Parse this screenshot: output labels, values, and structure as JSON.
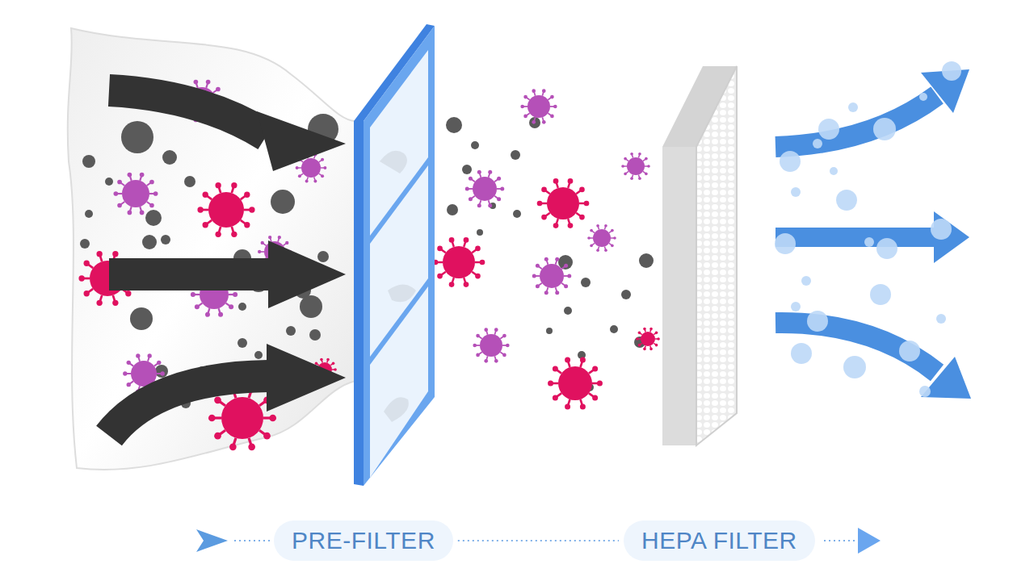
{
  "diagram": {
    "nodes": [
      {
        "text": [
          "PRE-FILTER"
        ]
      },
      {
        "text": [
          "HEPA FILTER"
        ]
      }
    ],
    "edges": [
      {
        "from": 0,
        "to": 1,
        "arrow": "none"
      }
    ]
  }
}
